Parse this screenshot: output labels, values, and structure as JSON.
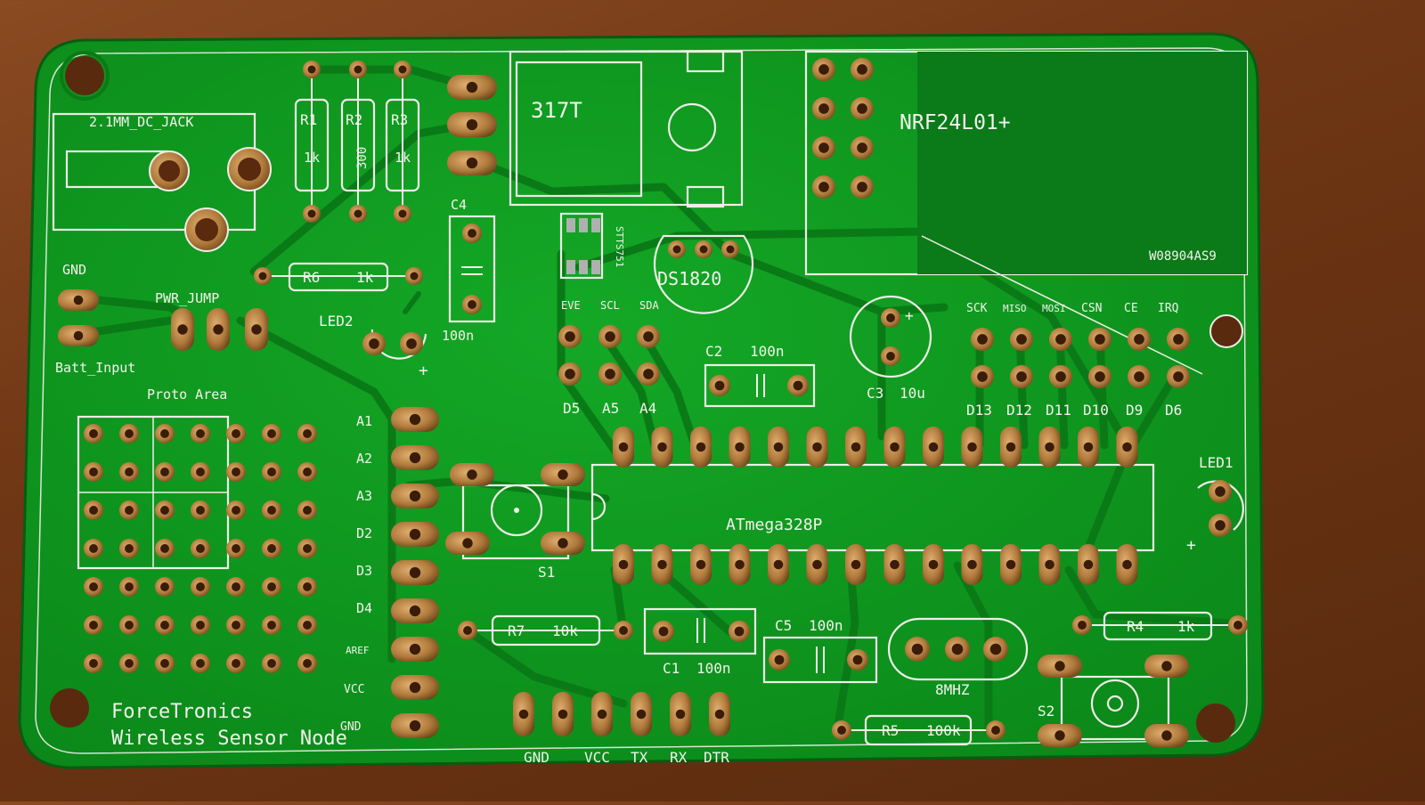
{
  "board": {
    "brand": "ForceTronics",
    "subtitle": "Wireless Sensor Node",
    "colors": {
      "substrate": "#0f9a1f",
      "silkscreen": "#eeeee6",
      "pad": "#b07a3c",
      "table": "#6e3614"
    }
  },
  "labels": {
    "dc_jack": "2.1MM_DC_JACK",
    "gnd_power": "GND",
    "pwr_jump": "PWR_JUMP",
    "batt_input": "Batt_Input",
    "proto_area": "Proto Area",
    "r1": "R1",
    "r1_val": "1k",
    "r2": "R2",
    "r2_val": "300",
    "r3": "R3",
    "r3_val": "1k",
    "r6": "R6",
    "r6_val": "1k",
    "led2": "LED2",
    "c4": "C4",
    "c4_val": "100n",
    "regulator": "317T",
    "sensor_chip": "STTS751",
    "ds1820": "DS1820",
    "nrf": "NRF24L01+",
    "nrf_serial": "W08904AS9",
    "i2c_evt": "EVE",
    "i2c_scl": "SCL",
    "i2c_sda": "SDA",
    "d5": "D5",
    "a5": "A5",
    "a4": "A4",
    "c2": "C2",
    "c2_val": "100n",
    "c3": "C3",
    "c3_val": "10u",
    "spi_sck": "SCK",
    "spi_miso": "MISO",
    "spi_mosi": "MOSI",
    "spi_csn": "CSN",
    "spi_ce": "CE",
    "spi_irq": "IRQ",
    "d13": "D13",
    "d12": "D12",
    "d11": "D11",
    "d10": "D10",
    "d9": "D9",
    "d6": "D6",
    "hdr_a1": "A1",
    "hdr_a2": "A2",
    "hdr_a3": "A3",
    "hdr_d2": "D2",
    "hdr_d3": "D3",
    "hdr_d4": "D4",
    "hdr_aref": "AREF",
    "hdr_vcc": "VCC",
    "hdr_gnd": "GND",
    "mcu": "ATmega328P",
    "s1": "S1",
    "s2": "S2",
    "led1": "LED1",
    "r4": "R4",
    "r4_val": "1k",
    "r7": "R7",
    "r7_val": "10k",
    "c1": "C1",
    "c1_val": "100n",
    "c5": "C5",
    "c5_val": "100n",
    "crystal": "8MHZ",
    "r5": "R5",
    "r5_val": "100k",
    "ftdi_gnd": "GND",
    "ftdi_vcc": "VCC",
    "ftdi_tx": "TX",
    "ftdi_rx": "RX",
    "ftdi_dtr": "DTR",
    "plus1": "+",
    "plus2": "+",
    "plus3": "+"
  }
}
